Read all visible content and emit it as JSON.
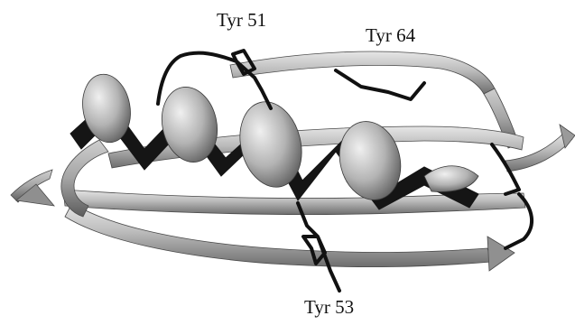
{
  "figure": {
    "residue_labels": {
      "tyr51": "Tyr 51",
      "tyr64": "Tyr 64",
      "tyr53": "Tyr 53"
    },
    "colors": {
      "ribbon": "#b4b4b4",
      "ribbon_light": "#e2e2e2",
      "ribbon_dark": "#5a5a5a",
      "helix_inner": "#141414",
      "side_chain": "#111111"
    }
  }
}
